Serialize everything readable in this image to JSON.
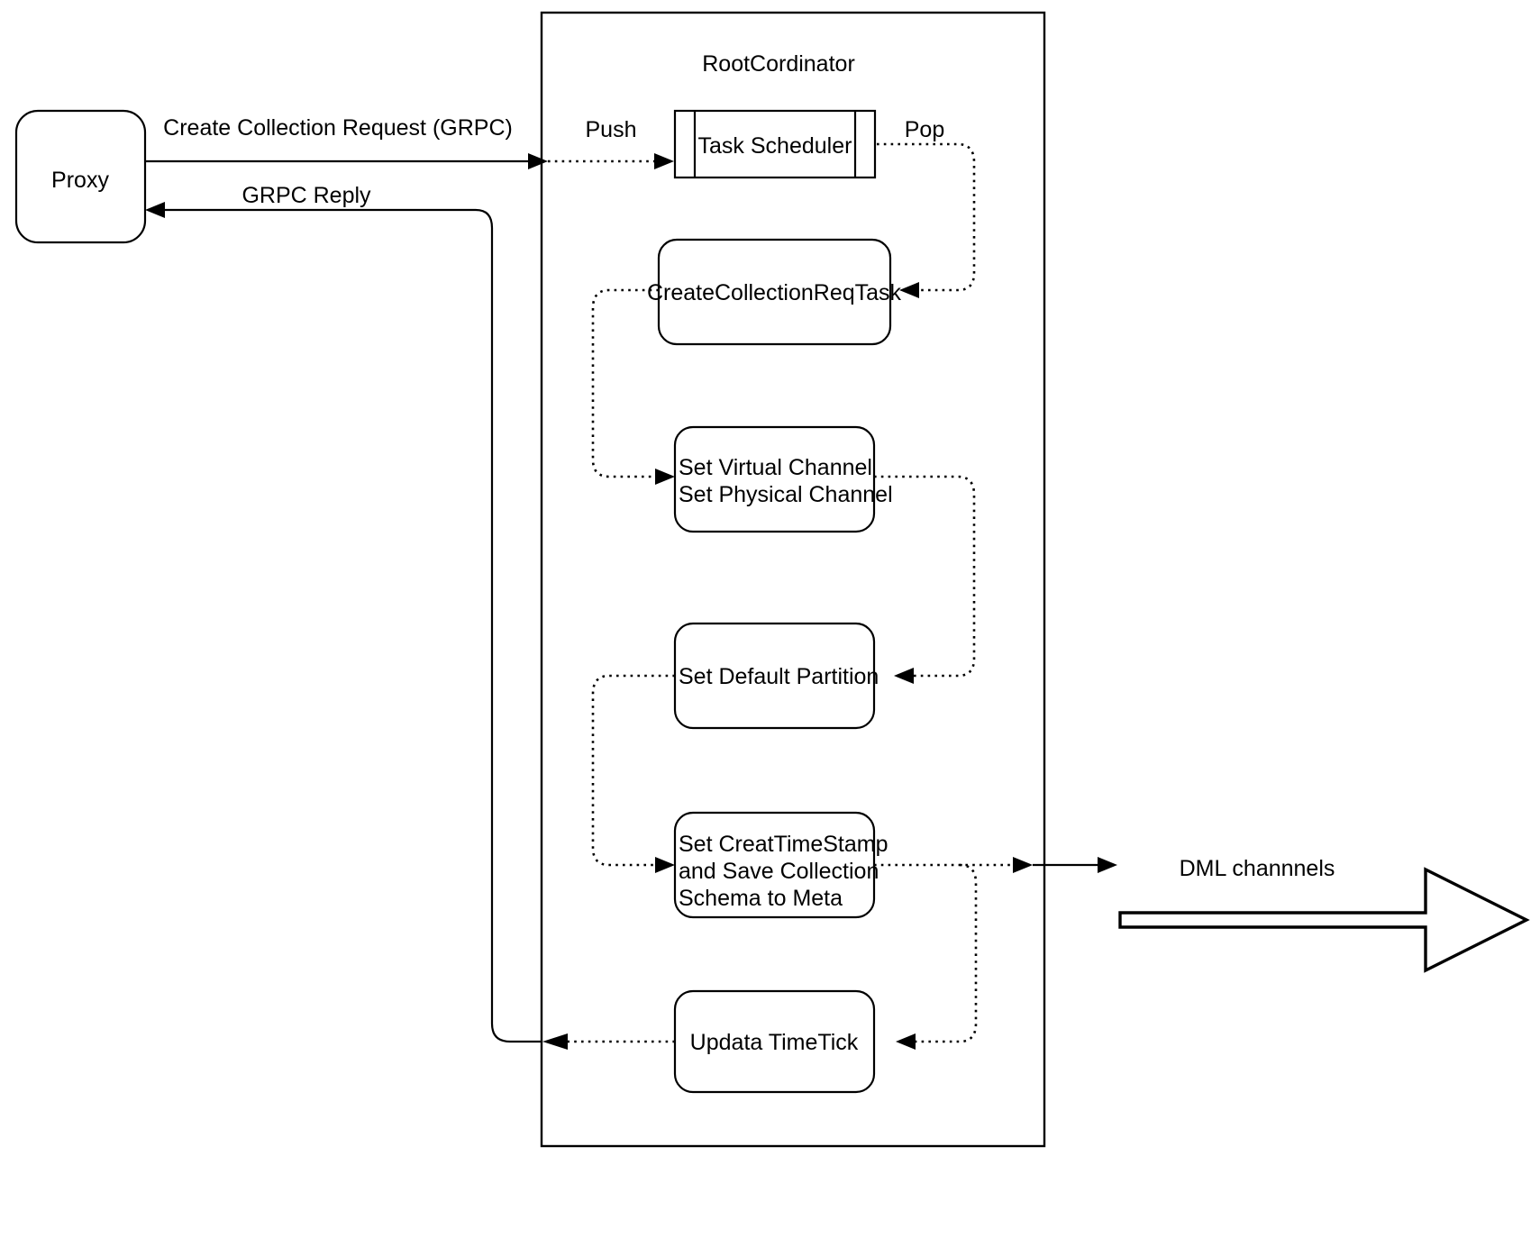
{
  "diagram": {
    "title_text": "RootCordinator",
    "background_color": "#ffffff",
    "line_color": "#000000",
    "nodes": {
      "proxy": {
        "label": "Proxy",
        "shape": "rounded-rect"
      },
      "root_coordinator": {
        "label": "RootCordinator",
        "shape": "rect-container"
      },
      "task_scheduler": {
        "label": "Task Scheduler",
        "shape": "queue-rect"
      },
      "create_collection_req_task": {
        "label": "CreateCollectionReqTask",
        "shape": "rounded-rect"
      },
      "set_channel": {
        "line1": "Set Virtual Channel",
        "line2": "Set Physical Channel",
        "shape": "rounded-rect"
      },
      "set_default_partition": {
        "label": "Set Default Partition",
        "shape": "rounded-rect"
      },
      "set_create_timestamp": {
        "line1": "Set CreatTimeStamp",
        "line2": "and Save Collection",
        "line3": "Schema to Meta",
        "shape": "rounded-rect"
      },
      "update_timetick": {
        "label": "Updata TimeTick",
        "shape": "rounded-rect"
      },
      "dml_channels": {
        "label": "DML channnels",
        "shape": "block-arrow-right"
      }
    },
    "edges": {
      "create_collection_request": {
        "label": "Create Collection Request (GRPC)",
        "style": "solid",
        "from": "proxy",
        "to": "root-coordinator-boundary"
      },
      "grpc_reply": {
        "label": "GRPC Reply",
        "style": "solid",
        "from": "update-timetick-path",
        "to": "proxy"
      },
      "push": {
        "label": "Push",
        "style": "dotted",
        "from": "root-coordinator-boundary",
        "to": "task_scheduler"
      },
      "pop": {
        "label": "Pop",
        "style": "dotted",
        "from": "task_scheduler",
        "to": "create_collection_req_task"
      },
      "task_to_channel": {
        "label": "",
        "style": "dotted",
        "from": "create_collection_req_task",
        "to": "set_channel"
      },
      "channel_to_partition": {
        "label": "",
        "style": "dotted",
        "from": "set_channel",
        "to": "set_default_partition"
      },
      "partition_to_timestamp": {
        "label": "",
        "style": "dotted",
        "from": "set_default_partition",
        "to": "set_create_timestamp"
      },
      "timestamp_to_dml": {
        "label": "",
        "style": "solid-dotted",
        "from": "set_create_timestamp",
        "to": "dml_channels"
      },
      "timestamp_to_timetick": {
        "label": "",
        "style": "dotted",
        "from": "set_create_timestamp",
        "to": "update_timetick"
      },
      "timetick_to_reply": {
        "label": "",
        "style": "dotted",
        "from": "update_timetick",
        "to": "grpc-reply-path"
      }
    }
  }
}
